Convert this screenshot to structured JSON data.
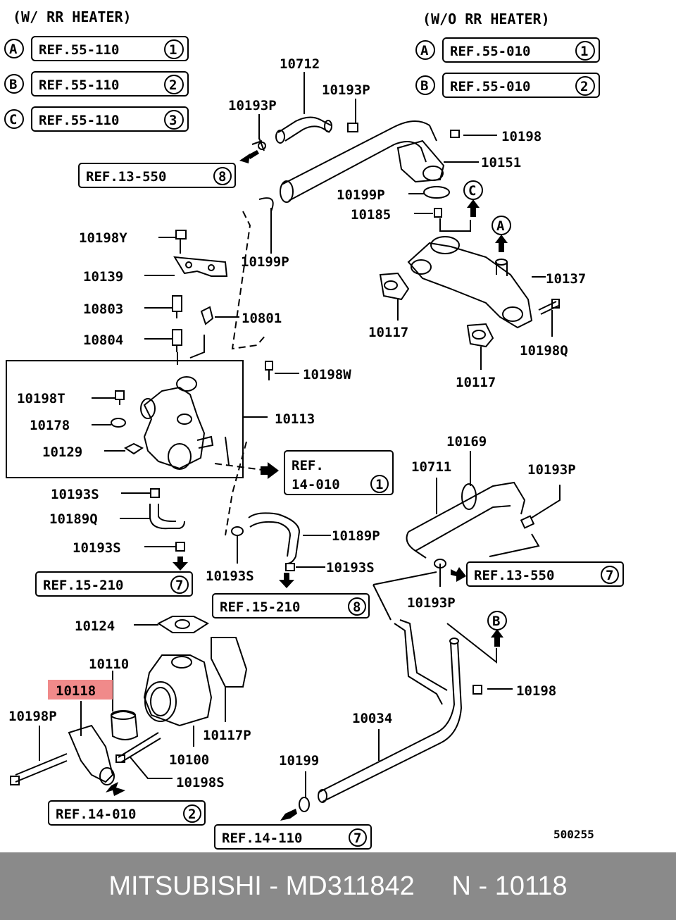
{
  "headers": {
    "with_heater": "(W/ RR HEATER)",
    "without_heater": "(W/O RR HEATER)"
  },
  "left_refs": [
    {
      "letter": "A",
      "text": "REF.55-110",
      "num": "1"
    },
    {
      "letter": "B",
      "text": "REF.55-110",
      "num": "2"
    },
    {
      "letter": "C",
      "text": "REF.55-110",
      "num": "3"
    }
  ],
  "right_refs": [
    {
      "letter": "A",
      "text": "REF.55-010",
      "num": "1"
    },
    {
      "letter": "B",
      "text": "REF.55-010",
      "num": "2"
    }
  ],
  "ref_boxes": [
    {
      "text": "REF.13-550",
      "num": "8"
    },
    {
      "text": "REF.",
      "text2": "14-010",
      "num": "1"
    },
    {
      "text": "REF.15-210",
      "num": "7"
    },
    {
      "text": "REF.15-210",
      "num": "8"
    },
    {
      "text": "REF.13-550",
      "num": "7"
    },
    {
      "text": "REF.14-010",
      "num": "2"
    },
    {
      "text": "REF.14-110",
      "num": "7"
    }
  ],
  "connector_letters": {
    "c": "C",
    "a": "A",
    "b": "B"
  },
  "parts": {
    "p10712": "10712",
    "p10193P_a": "10193P",
    "p10193P_b": "10193P",
    "p10198_a": "10198",
    "p10151": "10151",
    "p10199P_a": "10199P",
    "p10185": "10185",
    "p10198Y": "10198Y",
    "p10199P_b": "10199P",
    "p10139": "10139",
    "p10137": "10137",
    "p10803": "10803",
    "p10801": "10801",
    "p10117_a": "10117",
    "p10804": "10804",
    "p10198Q": "10198Q",
    "p10198W": "10198W",
    "p10117_b": "10117",
    "p10198T": "10198T",
    "p10113": "10113",
    "p10178": "10178",
    "p10129": "10129",
    "p10169": "10169",
    "p10711": "10711",
    "p10193P_c": "10193P",
    "p10193S_a": "10193S",
    "p10189Q": "10189Q",
    "p10189P": "10189P",
    "p10193S_b": "10193S",
    "p10193S_c": "10193S",
    "p10193S_d": "10193S",
    "p10193P_d": "10193P",
    "p10124": "10124",
    "p10110": "10110",
    "p10118": "10118",
    "p10198_b": "10198",
    "p10198P": "10198P",
    "p10117P": "10117P",
    "p10034": "10034",
    "p10100": "10100",
    "p10199": "10199",
    "p10198S": "10198S"
  },
  "diagram_code": "500255",
  "footer": {
    "brand": "MITSUBISHI",
    "sep1": " - ",
    "partno": "MD311842",
    "gap": "     ",
    "ref": "N - 10118"
  }
}
